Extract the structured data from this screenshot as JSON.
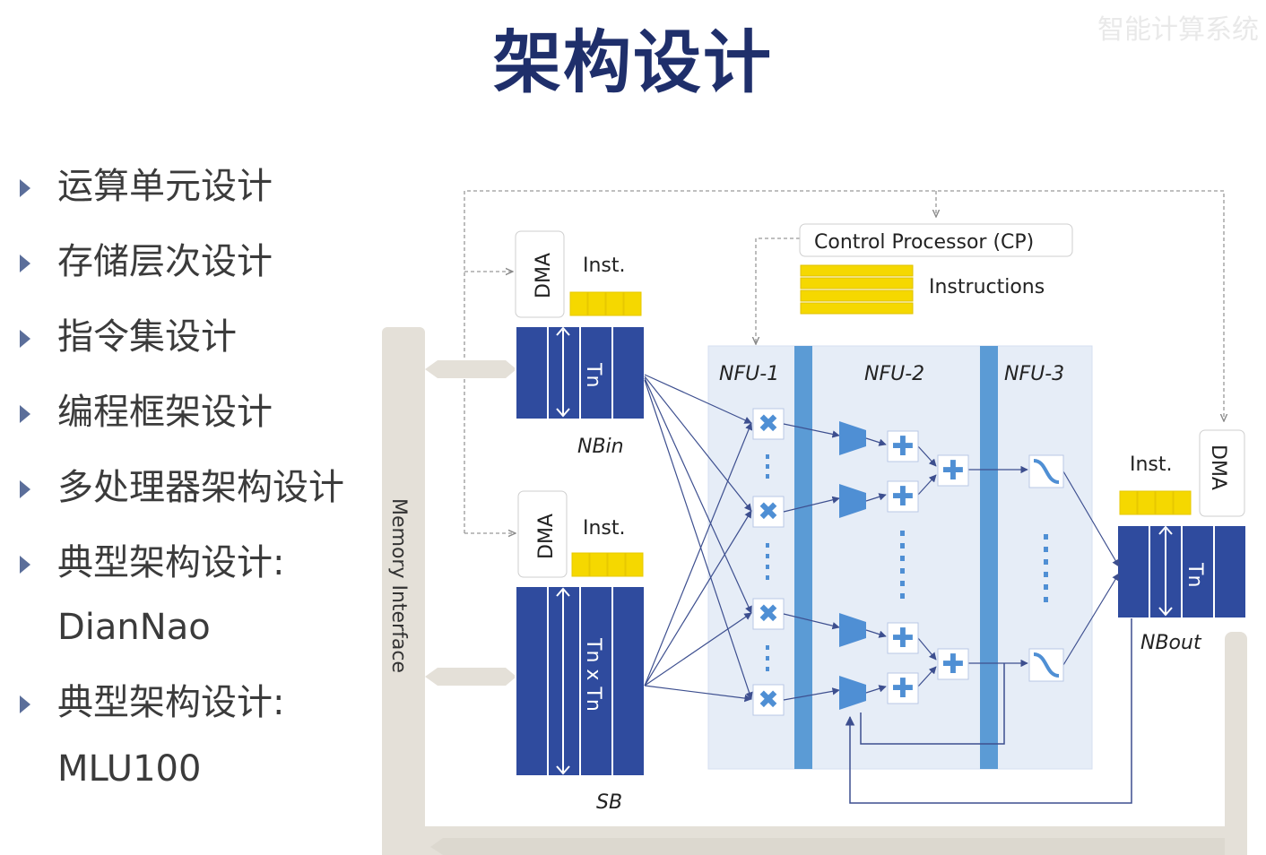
{
  "title": "架构设计",
  "watermark": "智能计算系统",
  "bullets": [
    {
      "text": "运算单元设计"
    },
    {
      "text": "存储层次设计"
    },
    {
      "text": "指令集设计"
    },
    {
      "text": "编程框架设计"
    },
    {
      "text": "多处理器架构设计"
    },
    {
      "text": "典型架构设计:",
      "cont": "DianNao"
    },
    {
      "text": "典型架构设计:",
      "cont": "MLU100"
    }
  ],
  "diagram": {
    "memory_interface": "Memory Interface",
    "dma": "DMA",
    "inst": "Inst.",
    "cp": "Control Processor (CP)",
    "instructions": "Instructions",
    "nbin": "NBin",
    "sb": "SB",
    "nbout": "NBout",
    "tn": "Tn",
    "tnxtn": "Tn x Tn",
    "nfu1": "NFU-1",
    "nfu2": "NFU-2",
    "nfu3": "NFU-3",
    "colors": {
      "buffer": "#2f4b9e",
      "bus": "#e4e0d8",
      "nfu_bg": "#e6edf7",
      "nfu_bar": "#5b9bd5",
      "inst_yellow": "#f5d800",
      "unit": "#4f8fd4",
      "title": "#1f2f6b"
    }
  }
}
